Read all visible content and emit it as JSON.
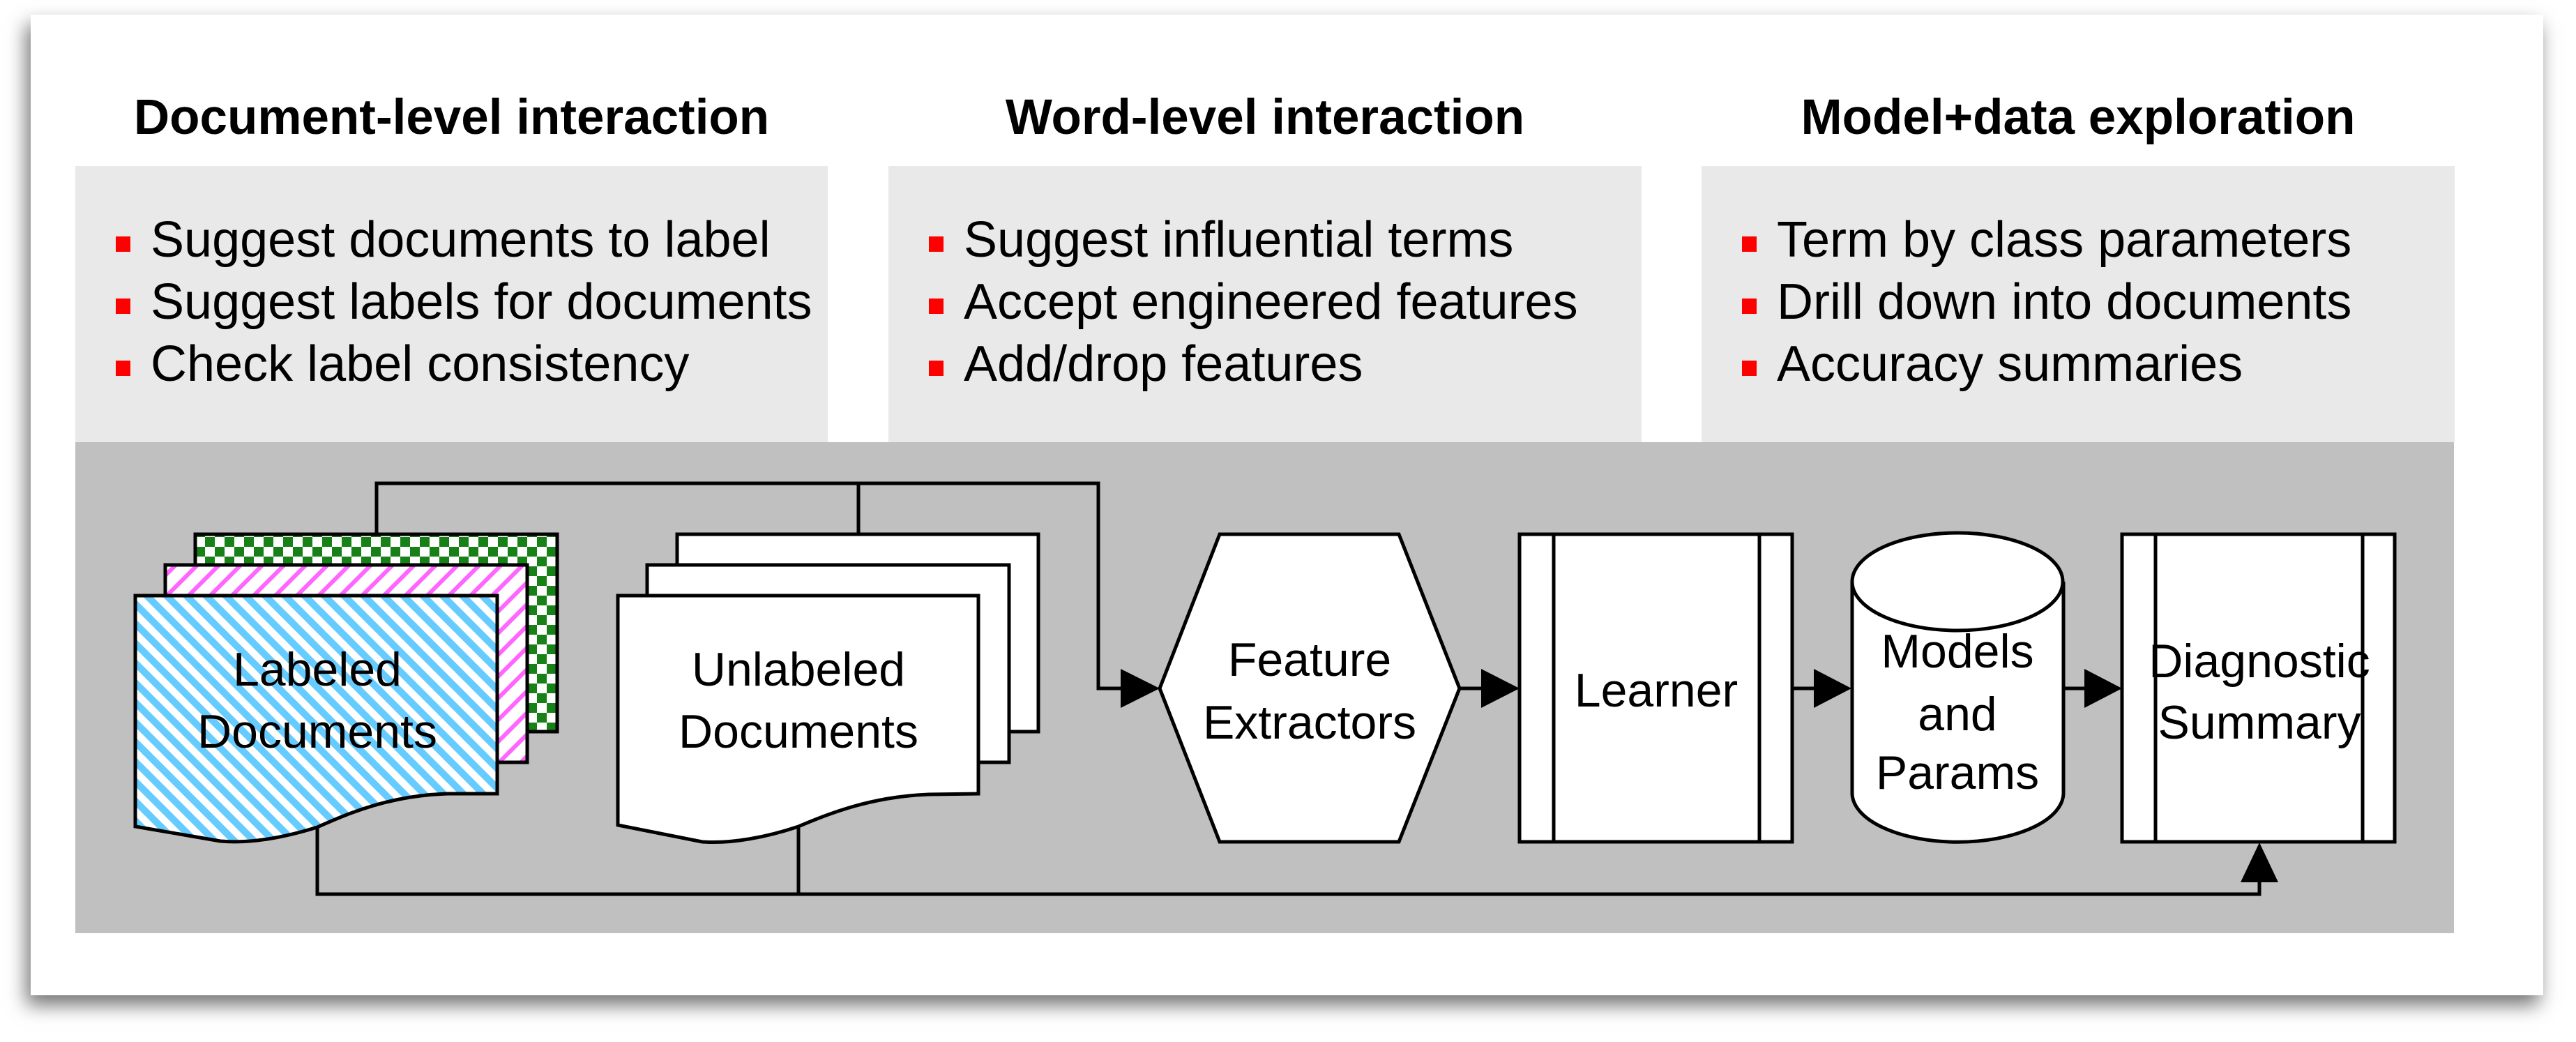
{
  "columns": [
    {
      "title": "Document-level interaction",
      "items": [
        "Suggest documents to label",
        "Suggest labels for documents",
        "Check label consistency"
      ]
    },
    {
      "title": "Word-level interaction",
      "items": [
        "Suggest influential terms",
        "Accept engineered features",
        "Add/drop features"
      ]
    },
    {
      "title": "Model+data exploration",
      "items": [
        "Term by class parameters",
        "Drill down into documents",
        "Accuracy summaries"
      ]
    }
  ],
  "bullet_icon": "red-square-bullet",
  "colors": {
    "bullet": "#ff0000",
    "panel_light": "#e9e9e9",
    "panel_dark": "#c0c0c0",
    "labeled_doc_front": "#66ccff",
    "labeled_doc_middle": "#ff66ff",
    "labeled_doc_back": "#178017"
  },
  "pipeline": {
    "labeled_documents": [
      "Labeled",
      "Documents"
    ],
    "unlabeled_documents": [
      "Unlabeled",
      "Documents"
    ],
    "feature_extractors": [
      "Feature",
      "Extractors"
    ],
    "learner": [
      "Learner"
    ],
    "models_and_params": [
      "Models",
      "and",
      "Params"
    ],
    "diagnostic_summary": [
      "Diagnostic",
      "Summary"
    ]
  }
}
